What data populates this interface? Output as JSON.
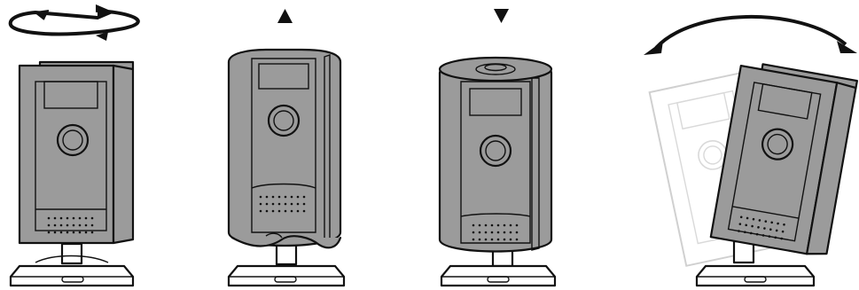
{
  "figure": {
    "panels": [
      {
        "id": "rotate",
        "indicator": "rotate-circular-arrows-icon"
      },
      {
        "id": "tilt-up",
        "indicator": "triangle-up-icon"
      },
      {
        "id": "tilt-down",
        "indicator": "triangle-down-icon"
      },
      {
        "id": "swivel",
        "indicator": "double-headed-arc-arrow-icon"
      }
    ],
    "colors": {
      "body": "#9b9b9b",
      "outline": "#111111",
      "base": "#ffffff",
      "ghost": "#c8c8c8",
      "background": "#ffffff"
    }
  }
}
